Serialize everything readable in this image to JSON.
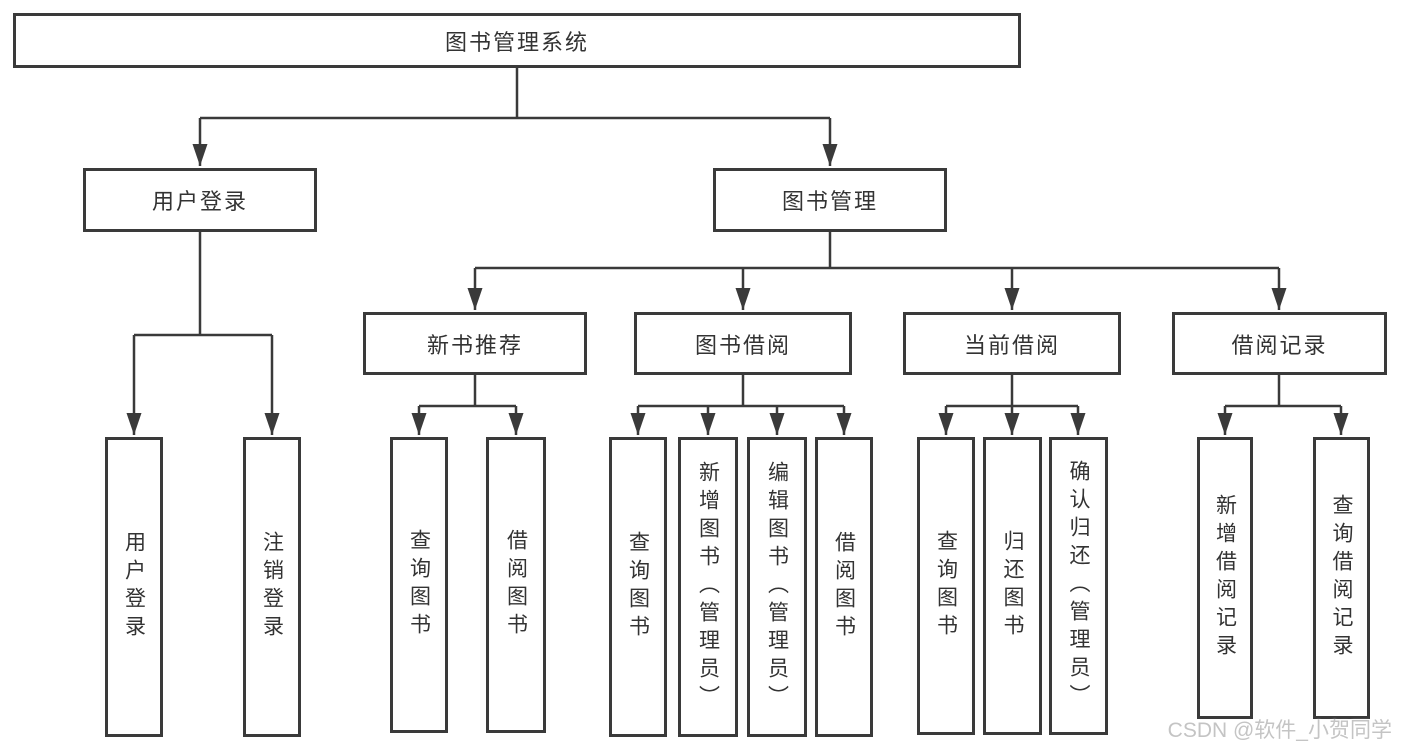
{
  "diagram": {
    "title": "图书管理系统",
    "level2": [
      {
        "label": "用户登录"
      },
      {
        "label": "图书管理"
      }
    ],
    "level3": [
      {
        "label": "新书推荐"
      },
      {
        "label": "图书借阅"
      },
      {
        "label": "当前借阅"
      },
      {
        "label": "借阅记录"
      }
    ],
    "leaves": {
      "user_login_group": [
        "用户登录",
        "注销登录"
      ],
      "new_book_group": [
        "查询图书",
        "借阅图书"
      ],
      "book_borrow_group": [
        "查询图书",
        "新增图书（管理员）",
        "编辑图书（管理员）",
        "借阅图书"
      ],
      "current_borrow_group": [
        "查询图书",
        "归还图书",
        "确认归还（管理员）"
      ],
      "borrow_record_group": [
        "新增借阅记录",
        "查询借阅记录"
      ]
    }
  },
  "watermark": "CSDN @软件_小贺同学",
  "colors": {
    "line": "#3a3a3a",
    "box_border": "#3a3a3a",
    "text": "#333333",
    "background": "#ffffff",
    "watermark": "#c1c1c1"
  }
}
